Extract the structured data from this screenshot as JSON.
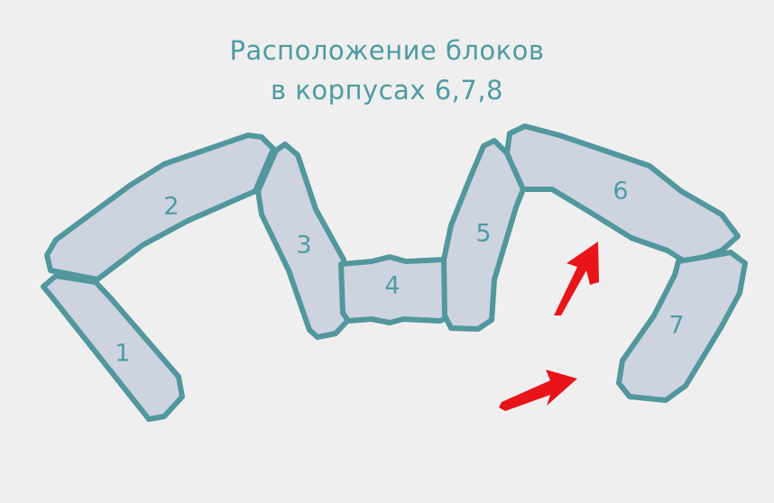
{
  "title": {
    "line1": "Расположение блоков",
    "line2": "в корпусах 6,7,8"
  },
  "blocks": [
    {
      "id": "1",
      "label": "1"
    },
    {
      "id": "2",
      "label": "2"
    },
    {
      "id": "3",
      "label": "3"
    },
    {
      "id": "4",
      "label": "4"
    },
    {
      "id": "5",
      "label": "5"
    },
    {
      "id": "6",
      "label": "6"
    },
    {
      "id": "7",
      "label": "7"
    }
  ],
  "colors": {
    "background": "#efefef",
    "block_fill": "#cdd4df",
    "block_outline": "#52979d",
    "text": "#4e9ba3",
    "arrow": "#e8141a"
  }
}
